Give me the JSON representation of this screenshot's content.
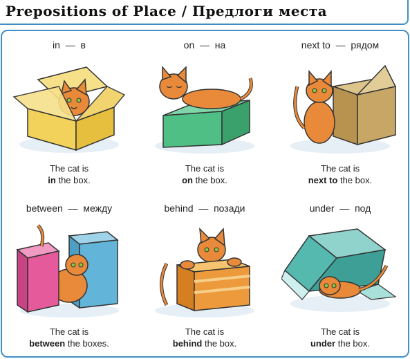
{
  "header": {
    "title": "Prepositions  of  Place  /  Предлоги  места"
  },
  "dash": "—",
  "items": [
    {
      "en": "in",
      "ru": "в",
      "line1": "The  cat  is",
      "keyword": "in",
      "tail": "the  box.",
      "scene": "cat-in-box",
      "box_color": "#f2d25a",
      "cat_color": "#e98a3a"
    },
    {
      "en": "on",
      "ru": "на",
      "line1": "The  cat  is",
      "keyword": "on",
      "tail": "the  box.",
      "scene": "cat-on-box",
      "box_color": "#4fbf86",
      "cat_color": "#e98a3a"
    },
    {
      "en": "next  to",
      "ru": "рядом",
      "line1": "The  cat  is",
      "keyword": "next  to",
      "tail": "the  box.",
      "scene": "cat-next-to-box",
      "box_color": "#c8a766",
      "cat_color": "#e98a3a"
    },
    {
      "en": "between",
      "ru": "между",
      "line1": "The  cat  is",
      "keyword": "between",
      "tail": "the  boxes.",
      "scene": "cat-between-boxes",
      "box_color": "#e45a9a",
      "box_color_2": "#62b5d8",
      "cat_color": "#e98a3a"
    },
    {
      "en": "behind",
      "ru": "позади",
      "line1": "The  cat  is",
      "keyword": "behind",
      "tail": "the  box.",
      "scene": "cat-behind-box",
      "box_color": "#ec9a3c",
      "cat_color": "#e98a3a"
    },
    {
      "en": "under",
      "ru": "под",
      "line1": "The  cat  is",
      "keyword": "under",
      "tail": "the  box.",
      "scene": "cat-under-box",
      "box_color": "#56b9b0",
      "cat_color": "#e98a3a"
    }
  ]
}
